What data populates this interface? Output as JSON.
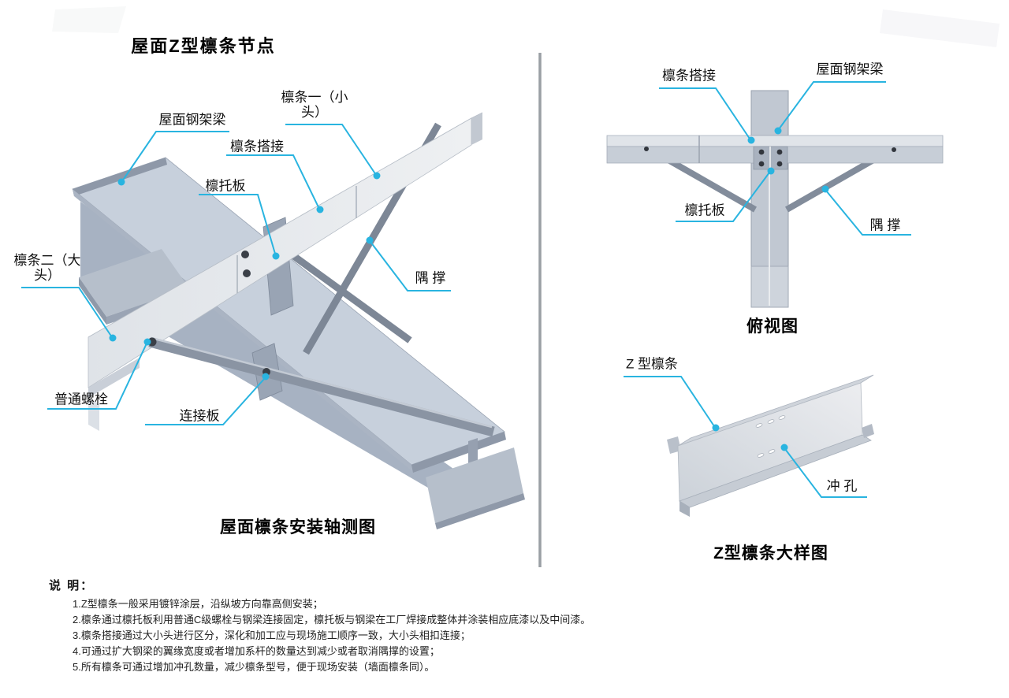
{
  "page": {
    "title": "屋面Z型檩条节点",
    "background": "#ffffff"
  },
  "colors": {
    "leader_line": "#29b4e0",
    "divider": "#9a9fa4",
    "text": "#1a1a1a",
    "steel_light": "#e9ebee",
    "steel_flange": "#c7d0dc",
    "steel_web": "#a7b2c2",
    "steel_brace": "#7d8796",
    "bolt_dark": "#3a3f47"
  },
  "axon_view": {
    "caption": "屋面檩条安装轴测图",
    "labels": {
      "roof_beam": "屋面钢架梁",
      "purlin_one": "檩条一（小头）",
      "lap": "檩条搭接",
      "support_plate": "檩托板",
      "corner_brace": "隅 撑",
      "purlin_two": "檩条二（大头）",
      "bolt": "普通螺栓",
      "connect_plate": "连接板"
    }
  },
  "top_view": {
    "caption": "俯视图",
    "labels": {
      "lap": "檩条搭接",
      "roof_beam": "屋面钢架梁",
      "support_plate": "檩托板",
      "corner_brace": "隅 撑"
    }
  },
  "detail_view": {
    "caption": "Z型檩条大样图",
    "labels": {
      "z_purlin": "Z 型檩条",
      "punch_hole": "冲 孔"
    }
  },
  "notes": {
    "heading": "说 明：",
    "items": [
      "1.Z型檩条一般采用镀锌涂层，沿纵坡方向靠高侧安装；",
      "2.檩条通过檩托板利用普通C级螺栓与钢梁连接固定，檩托板与钢梁在工厂焊接成整体并涂装相应底漆以及中间漆。",
      "3.檩条搭接通过大小头进行区分，深化和加工应与现场施工顺序一致，大小头相扣连接；",
      "4.可通过扩大钢梁的翼缘宽度或者增加系杆的数量达到减少或者取消隅撑的设置；",
      "5.所有檩条可通过增加冲孔数量，减少檩条型号，便于现场安装（墙面檩条同）。"
    ]
  }
}
